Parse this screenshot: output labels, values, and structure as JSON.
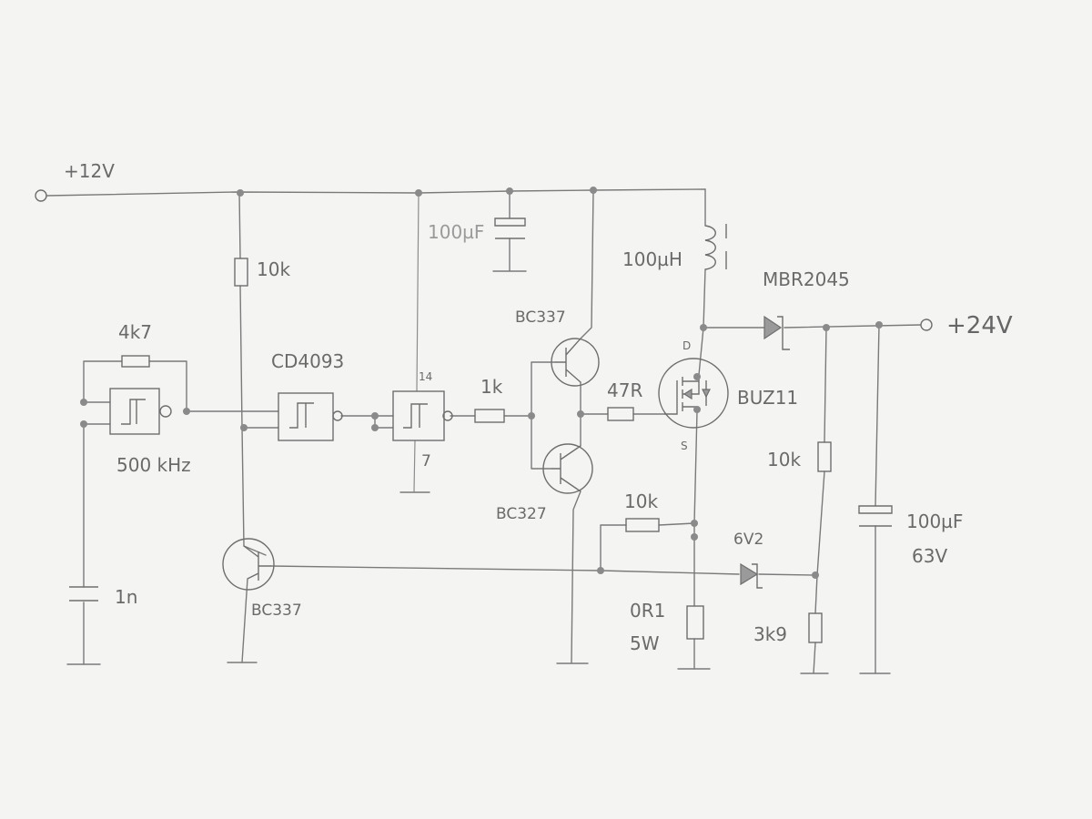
{
  "supply_in": "+12V",
  "supply_out": "+24V",
  "oscillator": {
    "feedback_resistor": "4k7",
    "capacitor": "1n",
    "frequency": "500 kHz"
  },
  "pullup_resistor": "10k",
  "ic": {
    "name": "CD4093",
    "pin_vdd": "14",
    "pin_gnd": "7"
  },
  "decoupling_cap": "100µF",
  "gate_resistor_1": "1k",
  "driver_high": "BC337",
  "driver_low": "BC327",
  "gate_resistor_2": "47R",
  "inductor": "100µH",
  "mosfet": {
    "name": "BUZ11",
    "pin_d": "D",
    "pin_s": "S"
  },
  "diode": "MBR2045",
  "divider_top": "10k",
  "output_cap": {
    "value": "100µF",
    "voltage": "63V"
  },
  "feedback_resistor": "10k",
  "zener": "6V2",
  "divider_bottom": "3k9",
  "shunt": {
    "value": "0R1",
    "power": "5W"
  },
  "shutdown_transistor": "BC337"
}
